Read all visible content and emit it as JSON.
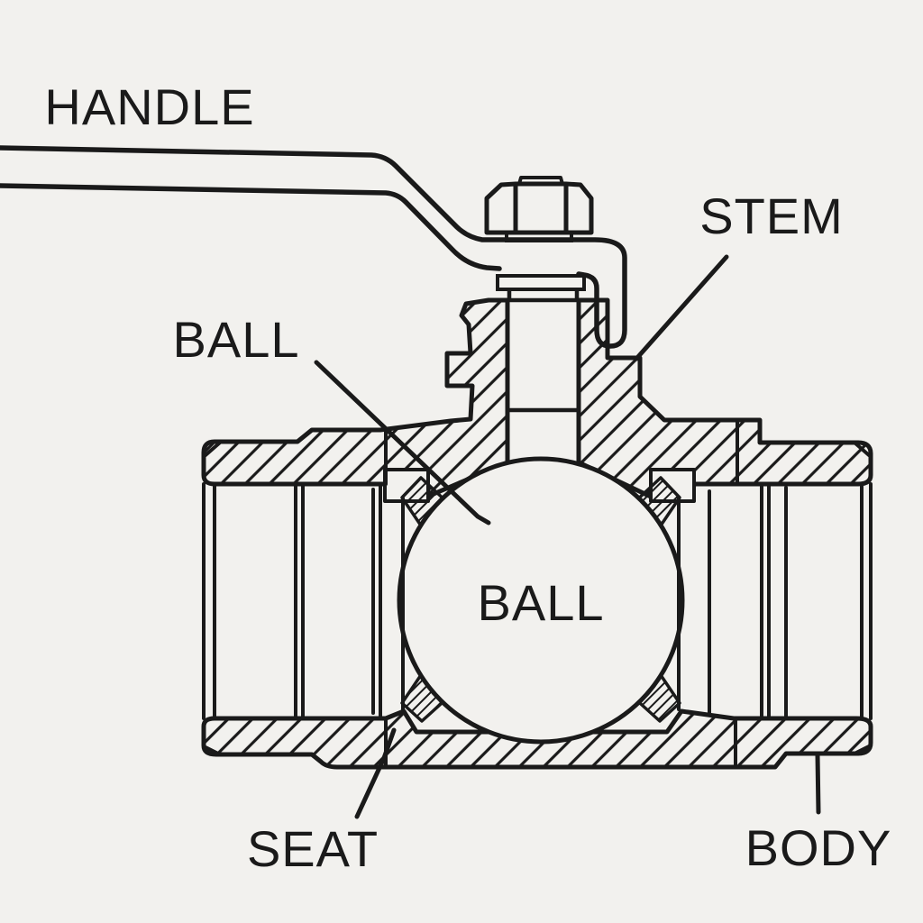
{
  "figure": {
    "type": "technical-line-drawing",
    "subject": "ball-valve-cross-section",
    "colors": {
      "background": "#f2f1ee",
      "line": "#1a1a1a"
    },
    "labels": {
      "handle": "HANDLE",
      "stem": "STEM",
      "ball_callout": "BALL",
      "ball_center": "BALL",
      "seat": "SEAT",
      "body": "BODY"
    }
  }
}
